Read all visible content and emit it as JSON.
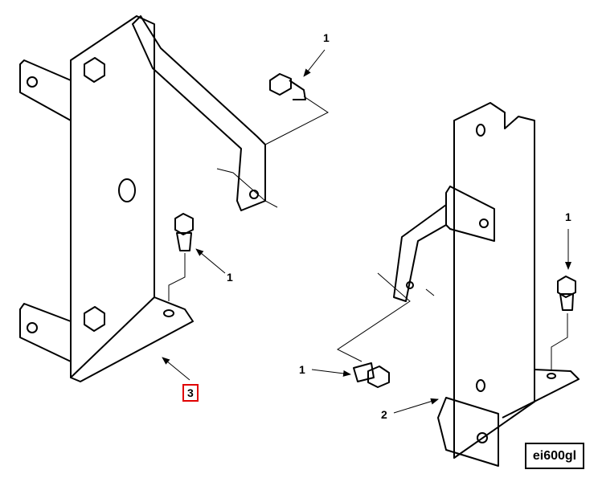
{
  "callouts": {
    "c1a": "1",
    "c1b": "1",
    "c1c": "1",
    "c1d": "1",
    "c2": "2",
    "c3": "3"
  },
  "figure_id": "ei600gl",
  "colors": {
    "highlight": "#e00000"
  }
}
